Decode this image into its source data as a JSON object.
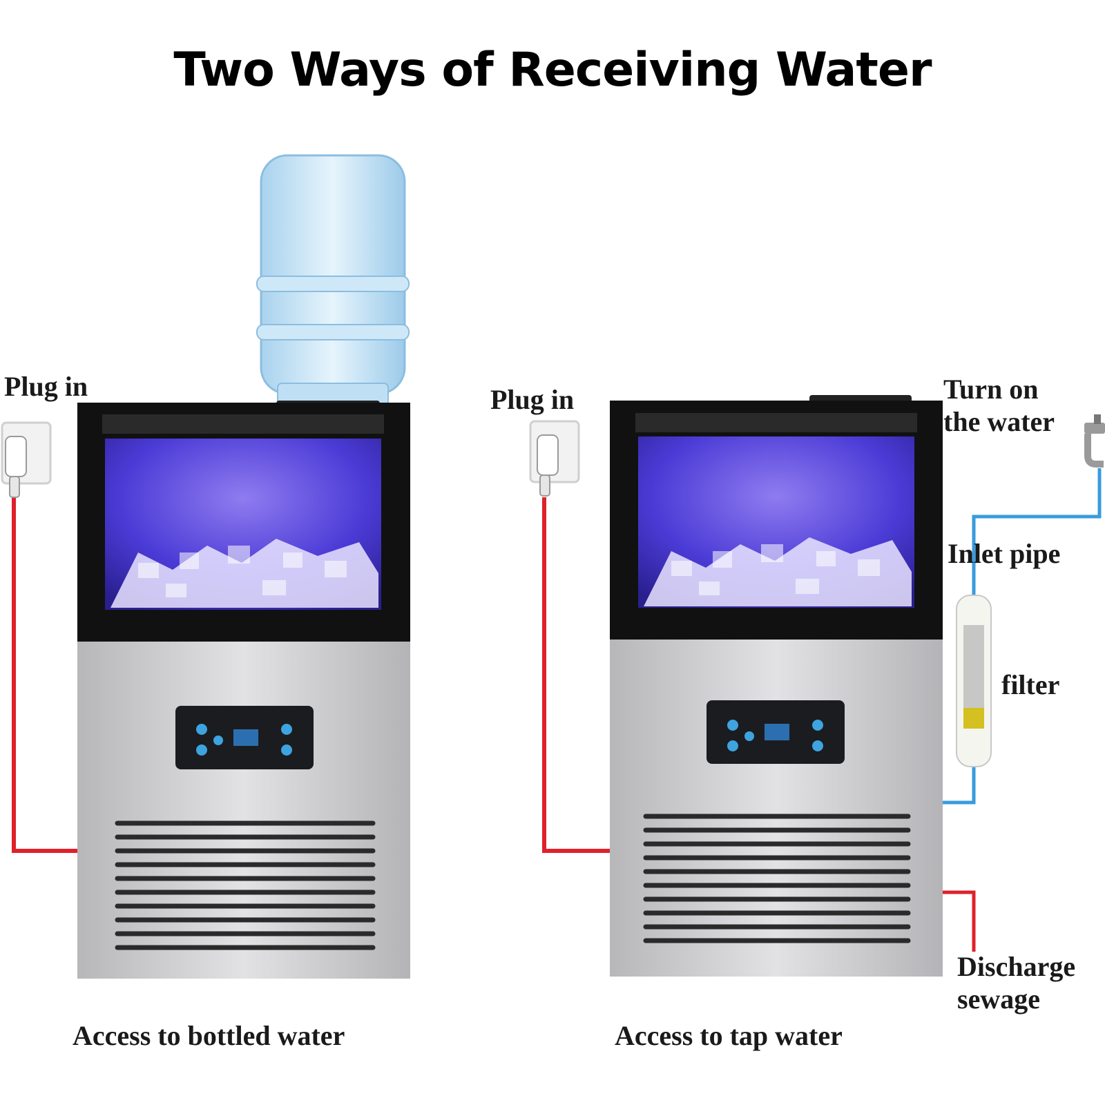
{
  "title": "Two Ways of Receiving Water",
  "left": {
    "plug_label": "Plug in",
    "caption": "Access to bottled water"
  },
  "right": {
    "plug_label": "Plug in",
    "tap_label_line1": "Turn on",
    "tap_label_line2": "the water",
    "inlet_label": "Inlet pipe",
    "filter_label": "filter",
    "discharge_line1": "Discharge",
    "discharge_line2": "sewage",
    "caption": "Access to tap water"
  },
  "colors": {
    "power_cable": "#e0202a",
    "inlet_pipe": "#3a9bdc",
    "drain_pipe": "#e0202a",
    "ice_light": "#4b3bd6",
    "steel": "#c9c9cb"
  }
}
